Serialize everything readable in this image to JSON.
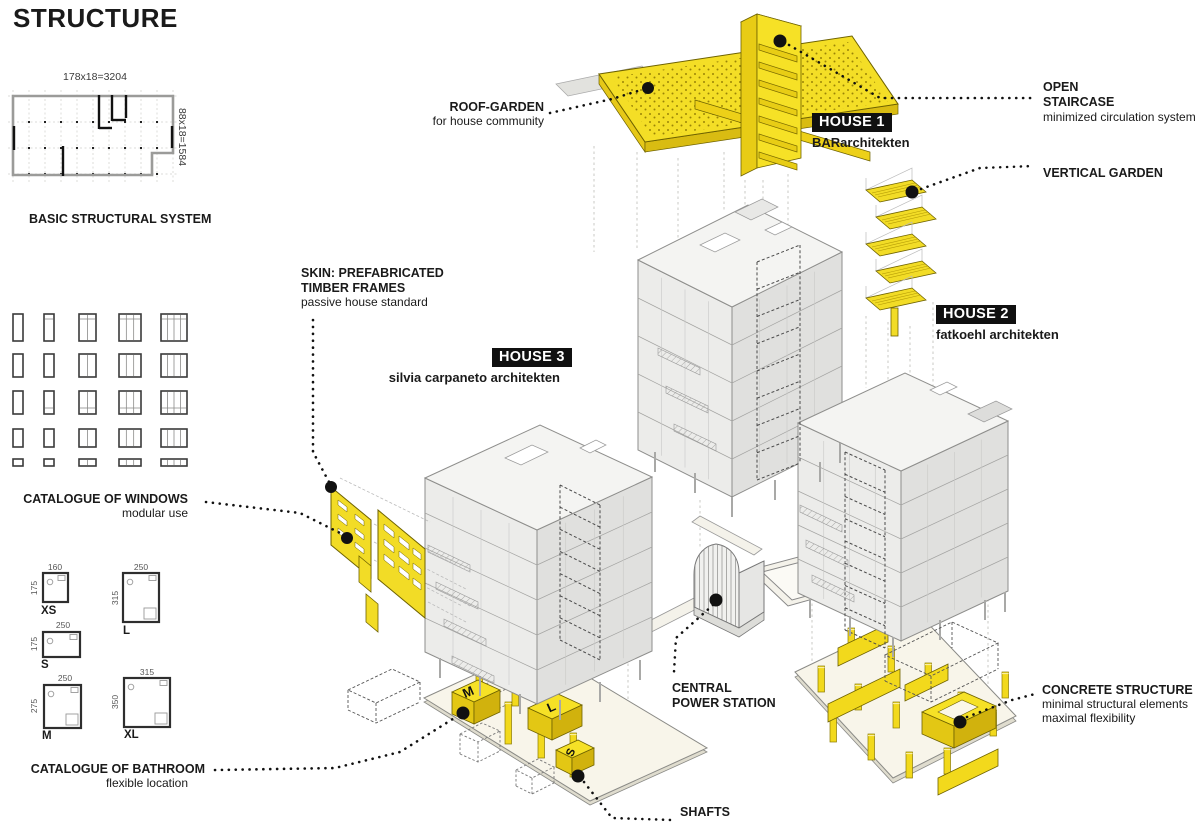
{
  "title": "STRUCTURE",
  "basic_system": {
    "dim_top": "178x18=3204",
    "dim_right": "88x18=1584",
    "caption": "BASIC STRUCTURAL SYSTEM"
  },
  "windows_catalogue": {
    "title": "CATALOGUE OF WINDOWS",
    "subtitle": "modular use"
  },
  "bathroom_catalogue": {
    "title": "CATALOGUE OF BATHROOM",
    "subtitle": "flexible location",
    "xs": {
      "label": "XS",
      "width": "160",
      "height": "175"
    },
    "s": {
      "label": "S",
      "width": "250",
      "height": "175"
    },
    "m": {
      "label": "M",
      "width": "250",
      "height": "275"
    },
    "l": {
      "label": "L",
      "width": "250",
      "height": "315"
    },
    "xl": {
      "label": "XL",
      "width": "315",
      "height": "350"
    }
  },
  "houses": {
    "house1": {
      "badge": "HOUSE 1",
      "architect": "BARarchitekten"
    },
    "house2": {
      "badge": "HOUSE 2",
      "architect": "fatkoehl architekten"
    },
    "house3": {
      "badge": "HOUSE 3",
      "architect": "silvia carpaneto architekten"
    }
  },
  "callouts": {
    "roof_garden": {
      "title": "ROOF-GARDEN",
      "subtitle": "for house community"
    },
    "open_staircase": {
      "line1": "OPEN",
      "line2": "STAIRCASE",
      "subtitle": "minimized circulation system"
    },
    "vertical_garden": {
      "title": "VERTICAL GARDEN"
    },
    "skin": {
      "line1": "SKIN: PREFABRICATED",
      "line2": "TIMBER FRAMES",
      "subtitle": "passive house standard"
    },
    "central_power_station": {
      "line1": "CENTRAL",
      "line2": "POWER STATION"
    },
    "concrete_structure": {
      "title": "CONCRETE STRUCTURE",
      "subtitle1": "minimal structural elements",
      "subtitle2": "maximal flexibility"
    },
    "shafts": {
      "title": "SHAFTS"
    }
  },
  "shaft_boxes": {
    "m": "M",
    "l": "L",
    "s": "S"
  },
  "colors": {
    "yellow": "#F2DC26",
    "yellow_dark": "#D9BC12",
    "black": "#111111"
  }
}
